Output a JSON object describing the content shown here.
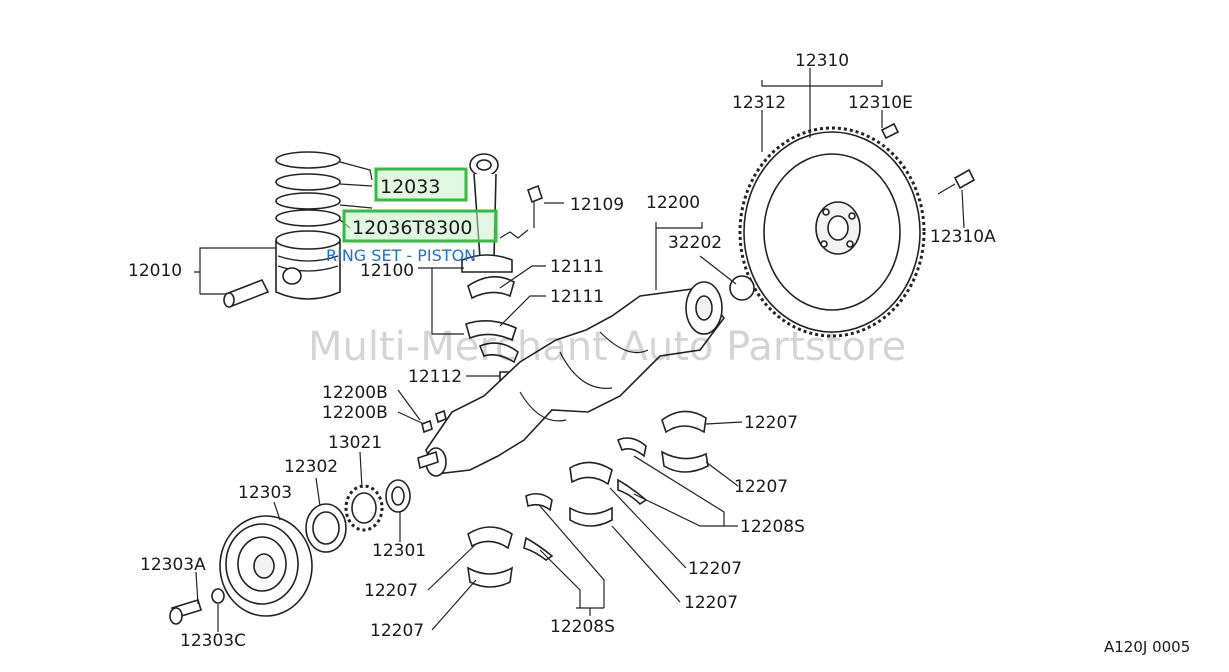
{
  "diagram": {
    "watermark": "Multi-Merchant Auto Partstore",
    "ref_code": "A120J 0005",
    "highlighted_parts": [
      {
        "part_no": "12033"
      },
      {
        "part_no": "12036T8300",
        "description": "RING SET - PISTON"
      }
    ],
    "labels": [
      "12310",
      "12312",
      "12310E",
      "12310A",
      "12109",
      "12200",
      "32202",
      "12010",
      "12100",
      "12111",
      "12111",
      "12112",
      "12200B",
      "12200B",
      "13021",
      "12302",
      "12303",
      "12301",
      "12303A",
      "12303C",
      "12207",
      "12207",
      "12207",
      "12207",
      "12207",
      "12207",
      "12208S",
      "12208S"
    ]
  }
}
